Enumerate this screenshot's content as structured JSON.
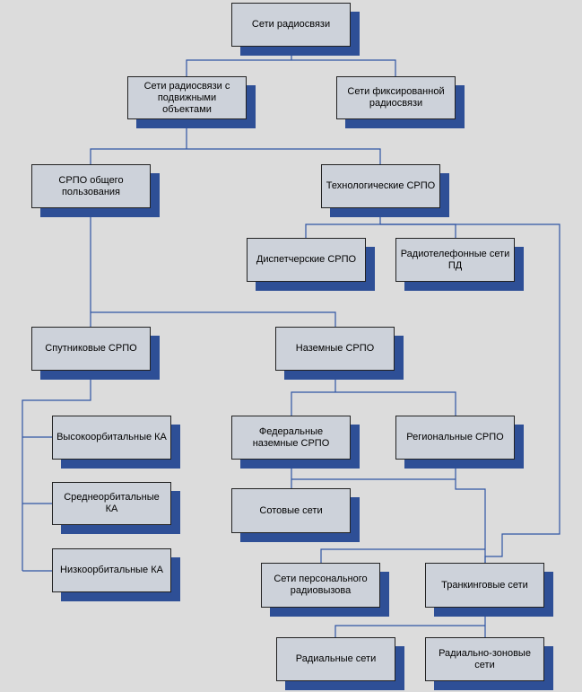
{
  "colors": {
    "background": "#dcdcdc",
    "box_fill": "#cdd2da",
    "shadow": "#2e4f96",
    "connector": "#2f55a4"
  },
  "nodes": {
    "radio_networks": "Сети радиосвязи",
    "mobile_networks": "Сети радиосвязи с подвижными объектами",
    "fixed_networks": "Сети фиксированной радиосвязи",
    "public_srpo": "СРПО общего пользования",
    "tech_srpo": "Технологические СРПО",
    "dispatch_srpo": "Диспетчерские СРПО",
    "radiotelephone_pd": "Радиотелефонные сети ПД",
    "satellite_srpo": "Спутниковые СРПО",
    "ground_srpo": "Наземные СРПО",
    "high_orbit_ka": "Высокоорбитальные КА",
    "medium_orbit_ka": "Среднеорбитальные КА",
    "low_orbit_ka": "Низкоорбитальные КА",
    "federal_ground_srpo": "Федеральные наземные СРПО",
    "regional_srpo": "Региональные СРПО",
    "cellular_networks": "Сотовые сети",
    "paging_networks": "Сети персонального радиовызова",
    "trunking_networks": "Транкинговые сети",
    "radial_networks": "Радиальные сети",
    "radial_zone_networks": "Радиально-зоновые сети"
  }
}
